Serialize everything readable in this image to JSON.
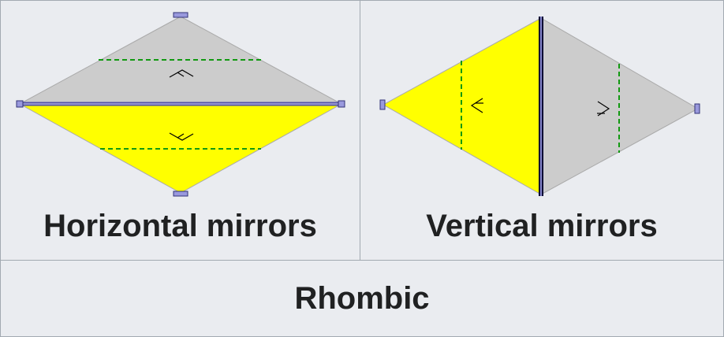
{
  "panels": [
    {
      "caption": "Horizontal mirrors"
    },
    {
      "caption": "Vertical mirrors"
    }
  ],
  "footer": {
    "title": "Rhombic"
  },
  "colors": {
    "background": "#eaecf0",
    "border": "#a2a9b1",
    "gray_region": "#cccccc",
    "yellow_region": "#ffff00",
    "mirror": "#5555aa",
    "glide_axis": "#119911",
    "text": "#202122"
  }
}
